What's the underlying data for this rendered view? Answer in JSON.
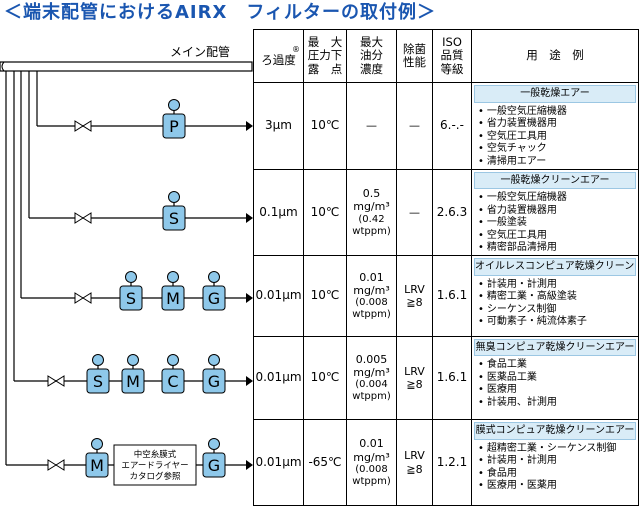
{
  "title": "＜端末配管におけるAIRX　フィルターの取付例＞",
  "main_pipe_label": "メイン配管",
  "dryer_note": [
    "中空糸膜式",
    "エアードライヤー",
    "カタログ参照"
  ],
  "header": {
    "filtration": "ろ過度",
    "filtration_mark": "®",
    "pressure_dew": [
      "最　大",
      "圧力下",
      "露　点"
    ],
    "oil": [
      "最大",
      "油分",
      "濃度"
    ],
    "bacteria": [
      "除菌",
      "性能"
    ],
    "iso": [
      "ISO",
      "品質",
      "等級"
    ],
    "use": "用　途　例"
  },
  "rows": [
    {
      "filters": [
        "P"
      ],
      "filtration": "3μm",
      "dew": "10℃",
      "oil": "—",
      "oil_ppm": "",
      "bacteria": "—",
      "iso": "6.-.-",
      "use_title": "一般乾燥エアー",
      "uses": [
        "一般空気圧縮機器",
        "省力装置機器用",
        "空気圧工具用",
        "空気チャック",
        "清掃用エアー"
      ]
    },
    {
      "filters": [
        "S"
      ],
      "filtration": "0.1μm",
      "dew": "10℃",
      "oil": "0.5",
      "oil_unit": "mg/m³",
      "oil_ppm": "(0.42",
      "oil_ppm_unit": "wtppm)",
      "bacteria": "—",
      "iso": "2.6.3",
      "use_title": "一般乾燥クリーンエアー",
      "uses": [
        "一般空気圧縮機器",
        "省力装置機器用",
        "一般塗装",
        "空気圧工具用",
        "精密部品清掃用"
      ]
    },
    {
      "filters": [
        "S",
        "M",
        "G"
      ],
      "filtration": "0.01μm",
      "dew": "10℃",
      "oil": "0.01",
      "oil_unit": "mg/m³",
      "oil_ppm": "(0.008",
      "oil_ppm_unit": "wtppm)",
      "bacteria": "LRV",
      "bacteria2": "≧8",
      "iso": "1.6.1",
      "use_title": "オイルレスコンピュア乾燥クリーンエアー",
      "uses": [
        "計装用・計測用",
        "精密工業・高級塗装",
        "シーケンス制御",
        "可動素子・純流体素子"
      ]
    },
    {
      "filters": [
        "S",
        "M",
        "C",
        "G"
      ],
      "filtration": "0.01μm",
      "dew": "10℃",
      "oil": "0.005",
      "oil_unit": "mg/m³",
      "oil_ppm": "(0.004",
      "oil_ppm_unit": "wtppm)",
      "bacteria": "LRV",
      "bacteria2": "≧8",
      "iso": "1.6.1",
      "use_title": "無臭コンピュア乾燥クリーンエアー",
      "uses": [
        "食品工業",
        "医薬品工業",
        "医療用",
        "計装用、計測用"
      ]
    },
    {
      "filters": [
        "M",
        "G"
      ],
      "filtration": "0.01μm",
      "dew": "-65℃",
      "oil": "0.01",
      "oil_unit": "mg/m³",
      "oil_ppm": "(0.008",
      "oil_ppm_unit": "wtppm)",
      "bacteria": "LRV",
      "bacteria2": "≧8",
      "iso": "1.2.1",
      "use_title": "膜式コンピュア乾燥クリーンエアー",
      "uses": [
        "超精密工業・シーケンス制御",
        "計装用・計測用",
        "食品用",
        "医療用・医薬用"
      ]
    }
  ],
  "colors": {
    "filter_fill": "#8ec8ea",
    "title": "#1a56b0",
    "use_title_bg": "#d9ecf7"
  }
}
